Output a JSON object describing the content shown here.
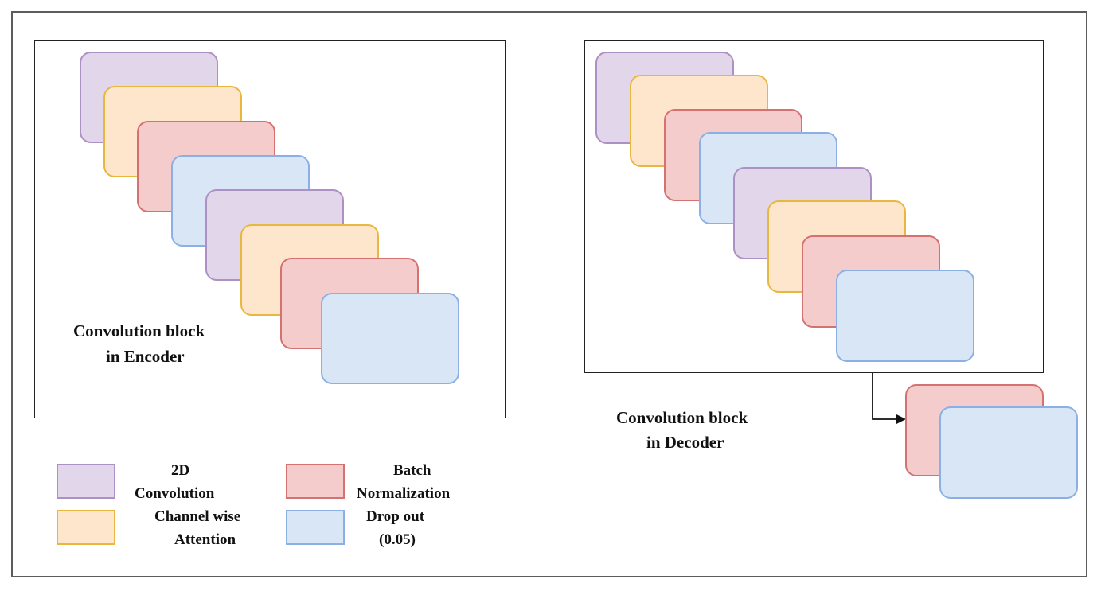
{
  "encoder": {
    "label_line1": "Convolution block",
    "label_line2": "in Encoder",
    "stack": [
      "2d-convolution",
      "channel-wise-attention",
      "batch-normalization",
      "drop-out",
      "2d-convolution",
      "channel-wise-attention",
      "batch-normalization",
      "drop-out"
    ]
  },
  "decoder": {
    "label_line1": "Convolution block",
    "label_line2": "in Decoder",
    "stack": [
      "2d-convolution",
      "channel-wise-attention",
      "batch-normalization",
      "drop-out",
      "2d-convolution",
      "channel-wise-attention",
      "batch-normalization",
      "drop-out"
    ],
    "output_stack": [
      "batch-normalization",
      "drop-out"
    ]
  },
  "legend": {
    "items": [
      {
        "key": "2d-convolution",
        "line1": "2D",
        "line2": "Convolution",
        "color": "#e2d6ea",
        "border": "#ad90c4"
      },
      {
        "key": "batch-normalization",
        "line1": "Batch",
        "line2": "Normalization",
        "color": "#f5cccc",
        "border": "#d47272"
      },
      {
        "key": "channel-wise-attention",
        "line1": "Channel wise",
        "line2": "Attention",
        "color": "#fde6cc",
        "border": "#e8b740"
      },
      {
        "key": "drop-out",
        "line1": "Drop out",
        "line2": "(0.05)",
        "color": "#d8e6f6",
        "border": "#8cb0e4"
      }
    ]
  }
}
